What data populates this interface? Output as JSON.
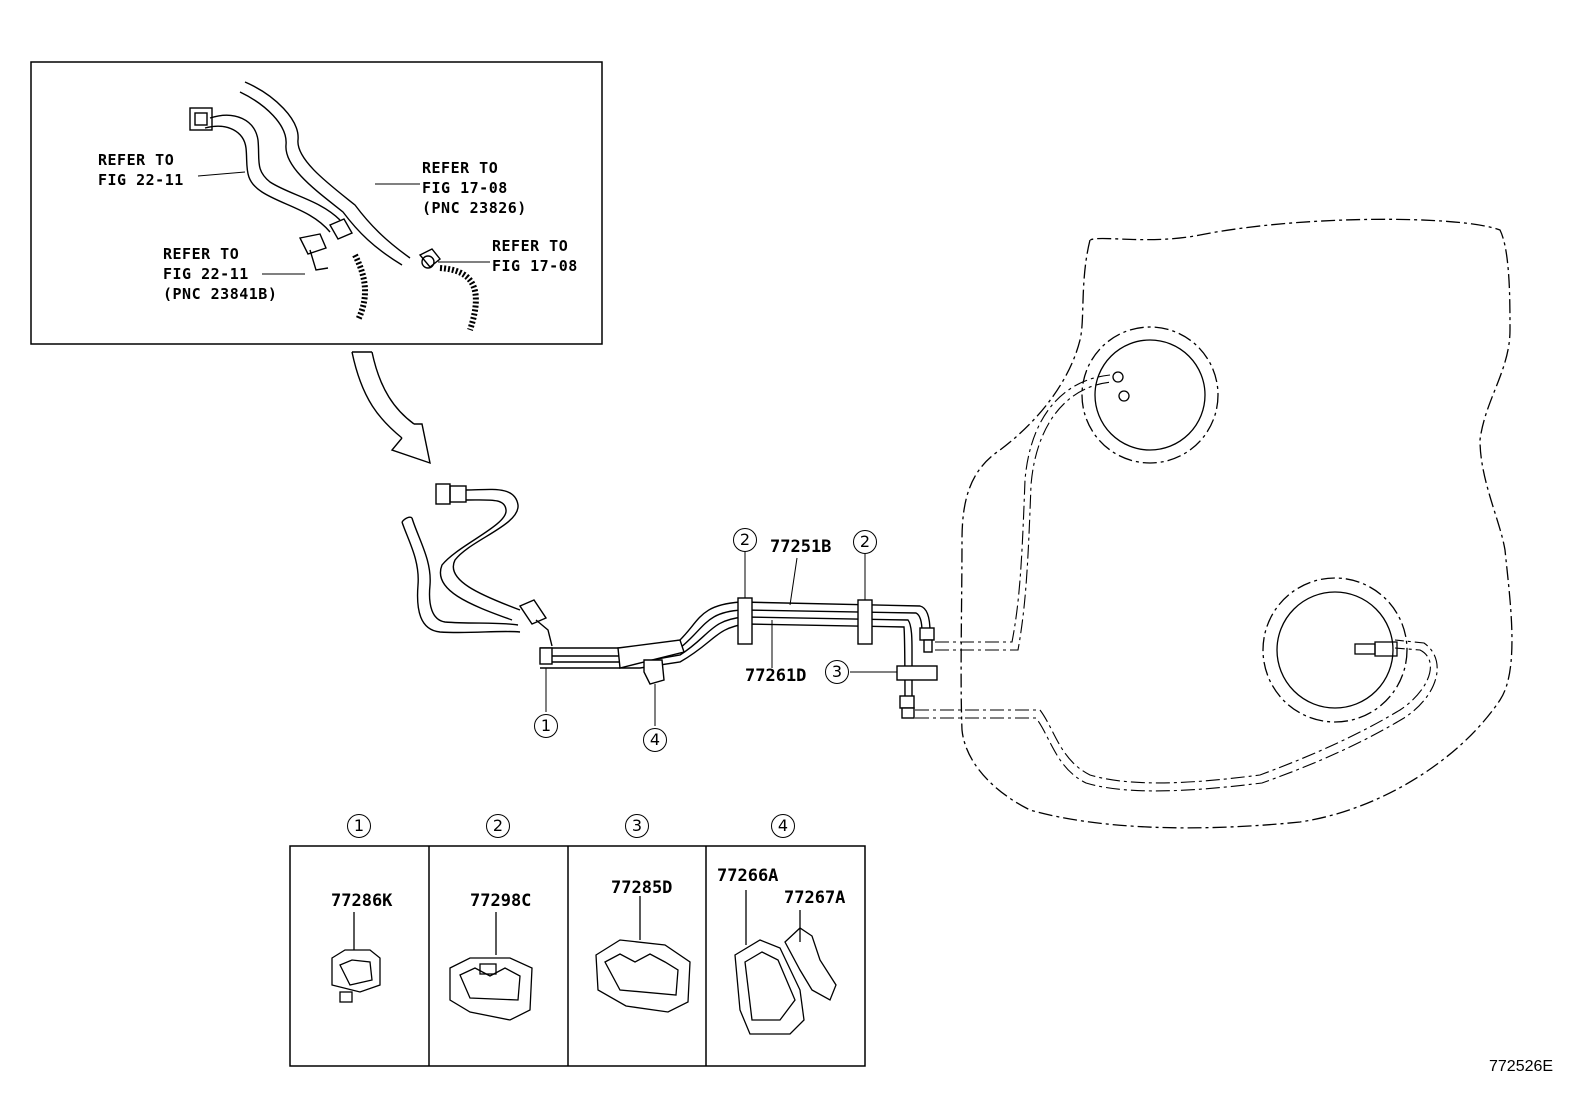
{
  "inset_refs": {
    "ref1": {
      "line1": "REFER TO",
      "line2": "FIG 22-11"
    },
    "ref2": {
      "line1": "REFER TO",
      "line2": "FIG 17-08",
      "line3": "(PNC 23826)"
    },
    "ref3": {
      "line1": "REFER TO",
      "line2": "FIG 22-11",
      "line3": "(PNC 23841B)"
    },
    "ref4": {
      "line1": "REFER TO",
      "line2": "FIG 17-08"
    }
  },
  "main_diagram": {
    "part_77251B": "77251B",
    "part_77261D": "77261D",
    "callout_1": "1",
    "callout_2a": "2",
    "callout_2b": "2",
    "callout_3": "3",
    "callout_4": "4"
  },
  "parts_table": {
    "headers": [
      "1",
      "2",
      "3",
      "4"
    ],
    "cells": [
      {
        "parts": [
          "77286K"
        ]
      },
      {
        "parts": [
          "77298C"
        ]
      },
      {
        "parts": [
          "77285D"
        ]
      },
      {
        "parts": [
          "77266A",
          "77267A"
        ]
      }
    ]
  },
  "illustration_code": "772526E"
}
